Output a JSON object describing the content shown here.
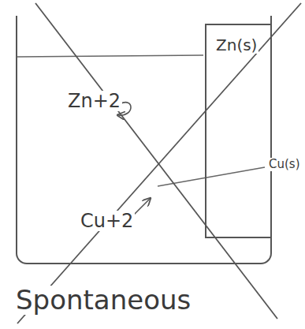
{
  "diagram": {
    "nodes": [
      {
        "text": [
          "Zn+2",
          "Cu+2"
        ]
      },
      {
        "text": [
          "Zn(s)"
        ],
        "in": 0
      }
    ],
    "labels": [
      "Cu(s)",
      "Spontaneous"
    ]
  }
}
